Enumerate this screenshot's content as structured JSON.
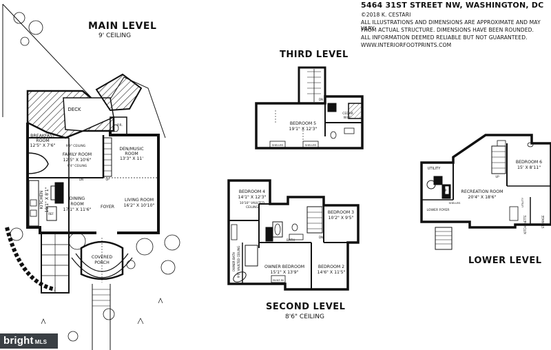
{
  "header": {
    "address": "5464 31ST STREET NW, WASHINGTON, DC",
    "copyright": "©2018 K. CESTARI",
    "disclaimer_1": "ALL ILLUSTRATIONS AND DIMENSIONS ARE APPROXIMATE AND MAY VARY",
    "disclaimer_2": "FROM ACTUAL STRUCTURE. DIMENSIONS HAVE BEEN ROUNDED.",
    "disclaimer_3": "ALL INFORMATION DEEMED RELIABLE BUT NOT GUARANTEED.",
    "website": "WWW.INTERIORFOOTPRINTS.COM"
  },
  "levels": {
    "main": {
      "title": "MAIN LEVEL",
      "ceiling": "9' CEILING"
    },
    "third": {
      "title": "THIRD LEVEL"
    },
    "second": {
      "title": "SECOND LEVEL",
      "ceiling": "8'6\" CEILING"
    },
    "lower": {
      "title": "LOWER LEVEL"
    }
  },
  "rooms": {
    "deck": "DECK",
    "breakfast": {
      "name": "BREAKFAST",
      "name2": "ROOM",
      "dim": "12'5\" X 7'6\""
    },
    "family": {
      "name": "FAMILY ROOM",
      "dim": "12'5\" X 10'6\"",
      "note_top": "9'9\" CEILING",
      "note_bottom": "9'4\" CEILING"
    },
    "den": {
      "name": "DEN/MUSIC",
      "name2": "ROOM",
      "dim": "13'3\" X 11'"
    },
    "kitchen": {
      "name": "KITCHEN",
      "dim": "18'1\" X 8'1\""
    },
    "dining": {
      "name": "DINING",
      "name2": "ROOM",
      "dim": "17'1\" X 11'6\""
    },
    "foyer": "FOYER",
    "living": {
      "name": "LIVING ROOM",
      "dim": "16'2\" X 10'10\""
    },
    "porch": {
      "name": "COVERED",
      "name2": "PORCH"
    },
    "pr_main": "P.R.",
    "bedroom5": {
      "name": "BEDROOM 5",
      "dim": "19'1\" X 12'3\""
    },
    "cedar": {
      "name": "CEDAR",
      "name2": "W.I.C."
    },
    "bedroom4": {
      "name": "BEDROOM 4",
      "dim": "14'1\" X 12'3\"",
      "note": "10'10\" VAULTED",
      "note2": "CEILING"
    },
    "bedroom3": {
      "name": "BEDROOM 3",
      "dim": "10'2\" X 9'5\""
    },
    "owner": {
      "name": "OWNER BEDROOM",
      "dim": "15'1\" X 13'9\""
    },
    "bedroom2": {
      "name": "BEDROOM 2",
      "dim": "14'6\" X 11'5\""
    },
    "owner_bath": "OWNER BATH",
    "vaulted": "9'6\" VAULTED CEILING",
    "bath": "BATH",
    "built_in": "BUILT-IN",
    "utility": "UTILITY",
    "recreation": {
      "name": "RECREATION ROOM",
      "dim": "20'4\" X 18'6\""
    },
    "bedroom6": {
      "name": "BEDROOM 6",
      "dim": "15' X 8'11\""
    },
    "lower_foyer": "LOWER FOYER",
    "kitchenette": "KITCHENETTE",
    "storage": "STORAGE",
    "shelves": "SHELVES",
    "fp": "FP",
    "ref": "REF",
    "dn": "DN",
    "up": "UP"
  },
  "logo": {
    "text": "bright",
    "suffix": "MLS"
  }
}
